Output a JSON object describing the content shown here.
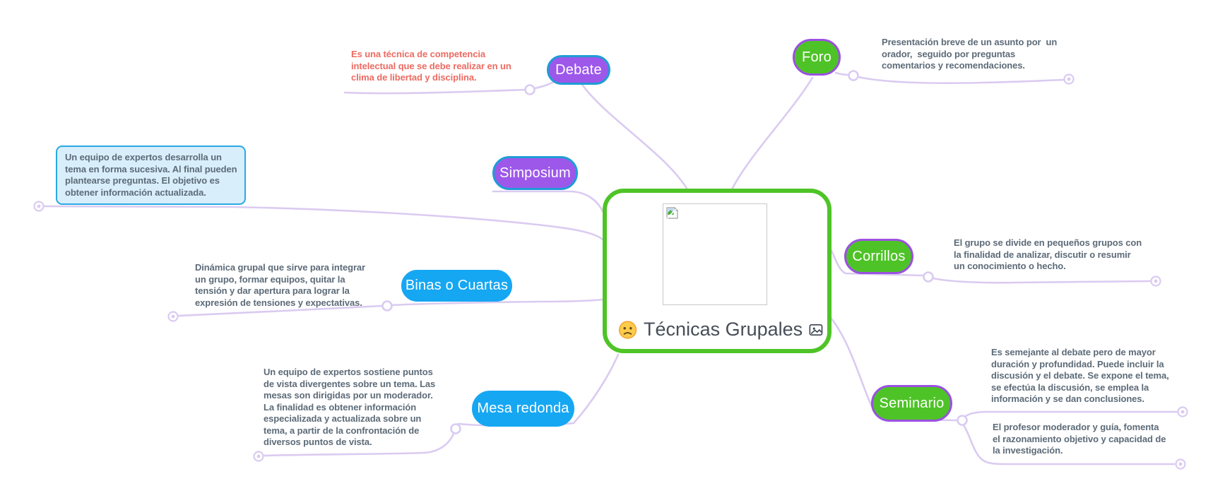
{
  "root": {
    "title": "Técnicas Grupales"
  },
  "topics": {
    "debate": {
      "label": "Debate",
      "description": "Es una técnica de competencia\nintelectual que se debe realizar en un\nclima de libertad y disciplina."
    },
    "foro": {
      "label": "Foro",
      "description": "Presentación breve de un asunto por  un\norador,  seguido por preguntas\ncomentarios y recomendaciones."
    },
    "simposium": {
      "label": "Simposium",
      "description": "Un equipo de expertos desarrolla un\ntema en forma sucesiva. Al final pueden\nplantearse preguntas. El objetivo es\nobtener información actualizada."
    },
    "corrillos": {
      "label": "Corrillos",
      "description": "El grupo se divide en pequeños grupos con\nla finalidad de analizar, discutir o resumir\nun conocimiento o hecho."
    },
    "binas": {
      "label": "Binas o Cuartas",
      "description": "Dinámica grupal que sirve para integrar\nun grupo, formar equipos, quitar la\ntensión y dar apertura para lograr la\nexpresión de tensiones y expectativas."
    },
    "mesa": {
      "label": "Mesa redonda",
      "description": "Un equipo de expertos sostiene puntos\nde vista divergentes sobre un tema. Las\nmesas son dirigidas por un moderador.\nLa finalidad es obtener información\nespecializada y actualizada sobre un\ntema, a partir de la confrontación de\ndiversos puntos de vista."
    },
    "seminario": {
      "label": "Seminario",
      "description_1": "Es semejante al debate pero de mayor\nduración y profundidad. Puede incluir la\ndiscusión y el debate. Se expone el tema,\nse efectúa la discusión, se emplea la\ninformación y se dan conclusiones.",
      "description_2": "El profesor moderador y guía, fomenta\nel razonamiento objetivo y capacidad de\nla investigación."
    }
  },
  "icons": {
    "sad_emoji": "slightly-frowning-face",
    "image_icon": "picture",
    "broken_image": "broken-image-placeholder"
  },
  "colors": {
    "topic_purple": "#9D58EA",
    "topic_purple_border": "#1F9CD6",
    "topic_green": "#4EC327",
    "topic_green_border": "#9B51E0",
    "topic_blue": "#16A7F2",
    "root_border": "#4EC427",
    "connector": "#DACBF1",
    "note_text": "#5D6B78",
    "note_alert_text": "#EC6B62",
    "note_box_bg": "#D9EEFB",
    "note_box_border": "#2AA9E1",
    "root_title_text": "#474E57"
  }
}
